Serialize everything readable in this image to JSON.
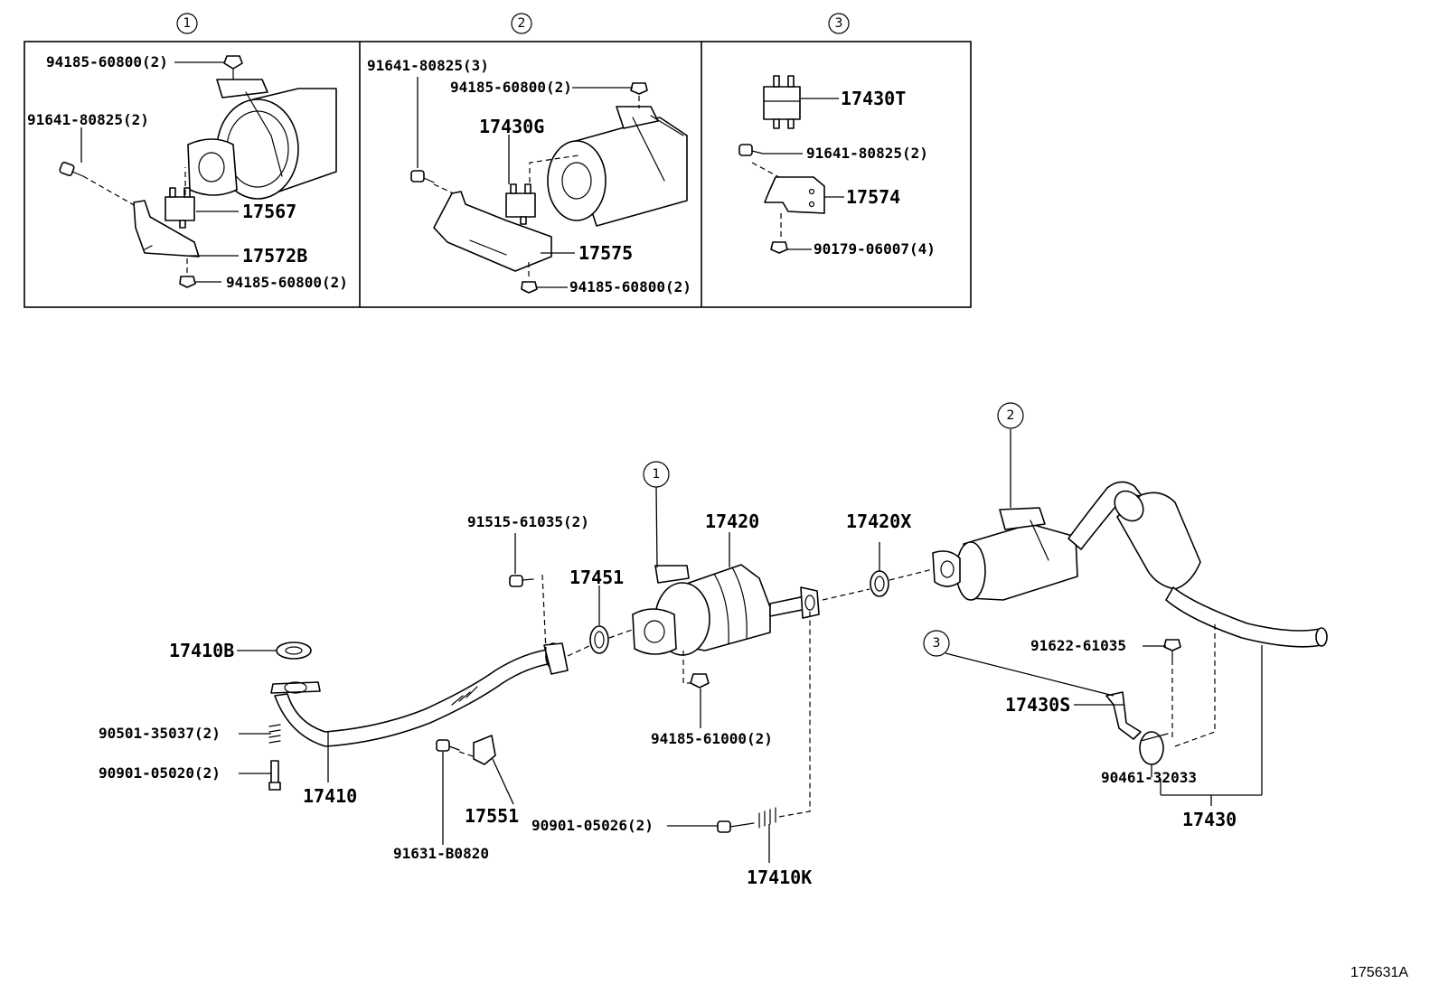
{
  "insets": [
    {
      "marker": "1"
    },
    {
      "marker": "2"
    },
    {
      "marker": "3"
    }
  ],
  "inset1": {
    "p1": "94185-60800(2)",
    "p2": "91641-80825(2)",
    "p3": "17567",
    "p4": "17572B",
    "p5": "94185-60800(2)"
  },
  "inset2": {
    "p1": "91641-80825(3)",
    "p2": "94185-60800(2)",
    "p3": "17430G",
    "p4": "17575",
    "p5": "94185-60800(2)"
  },
  "inset3": {
    "p1": "17430T",
    "p2": "91641-80825(2)",
    "p3": "17574",
    "p4": "90179-06007(4)"
  },
  "main": {
    "marker_front_hanger": "1",
    "marker_center_hanger": "2",
    "marker_rear_hanger": "3",
    "gasket_front": "17410B",
    "spring": "90501-35037(2)",
    "stud_bolt": "90901-05020(2)",
    "front_pipe": "17410",
    "bolt_91515": "91515-61035(2)",
    "gasket_17451": "17451",
    "converter": "17420",
    "nut_94185": "94185-61000(2)",
    "bolt_91631": "91631-B0820",
    "bracket_17551": "17551",
    "bolt_90901": "90901-05026(2)",
    "spring_17410k": "17410K",
    "gasket_17420x": "17420X",
    "bolt_91622": "91622-61035",
    "bracket_17430s": "17430S",
    "clamp_90461": "90461-32033",
    "tail_pipe": "17430"
  },
  "figure_ref": "175631A"
}
